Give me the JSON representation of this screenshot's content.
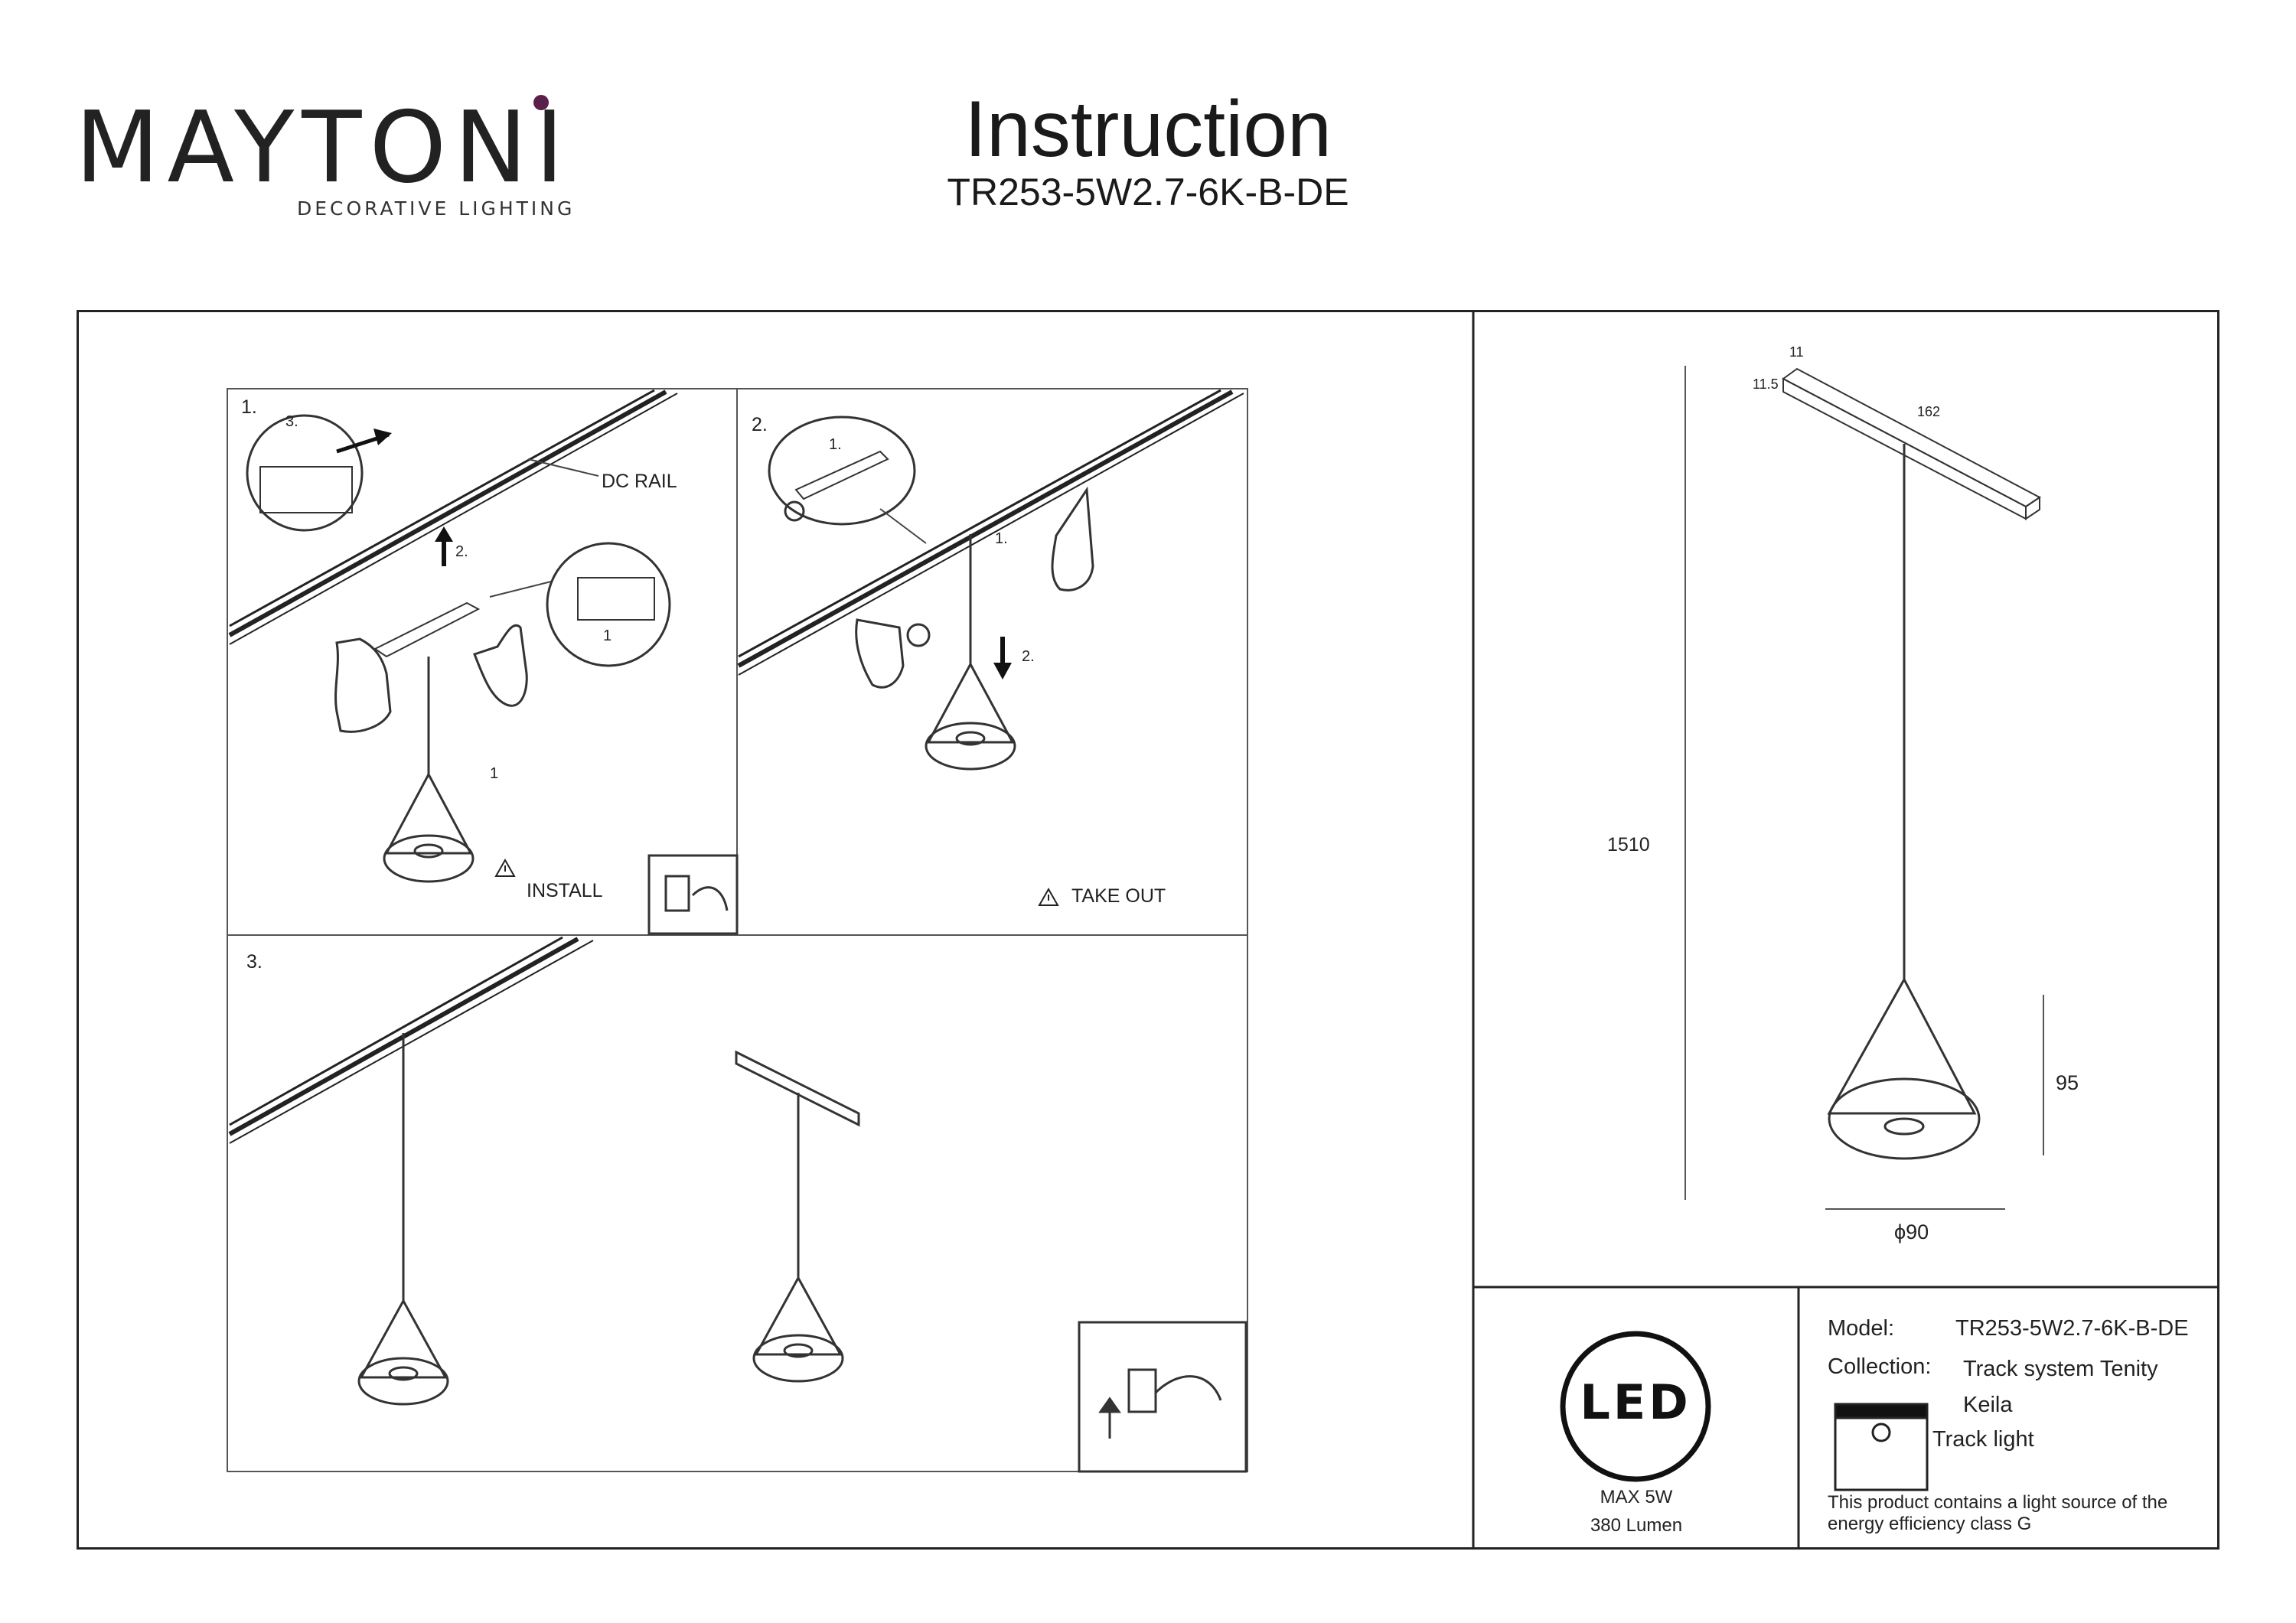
{
  "brand": {
    "logo_text": "MAYTONI",
    "tagline": "DECORATIVE LIGHTING",
    "accent_color": "#5a1f4b"
  },
  "header": {
    "title": "Instruction",
    "model_code": "TR253-5W2.7-6K-B-DE"
  },
  "steps": {
    "step1": {
      "number": "1.",
      "rail_label": "DC RAIL",
      "markers": [
        "3.",
        "2.",
        "1",
        "1"
      ],
      "warning": "INSTALL"
    },
    "step2": {
      "number": "2.",
      "markers": [
        "1.",
        "1.",
        "2."
      ],
      "warning": "TAKE OUT"
    },
    "step3": {
      "number": "3."
    }
  },
  "dimensions": {
    "adapter_width": "11",
    "adapter_height": "11.5",
    "adapter_length": "162",
    "total_height": "1510",
    "shade_height": "95",
    "shade_diameter": "ϕ90"
  },
  "led": {
    "badge_text": "LED",
    "max_power": "MAX 5W",
    "lumen": "380 Lumen"
  },
  "product_info": {
    "model_label": "Model:",
    "model_value": "TR253-5W2.7-6K-B-DE",
    "collection_label": "Collection:",
    "collection_value": "Track system Tenity",
    "name": "Keila",
    "type": "Track light",
    "energy_note_line1": "This product contains a light source of the",
    "energy_note_line2": "energy efficiency class G"
  }
}
